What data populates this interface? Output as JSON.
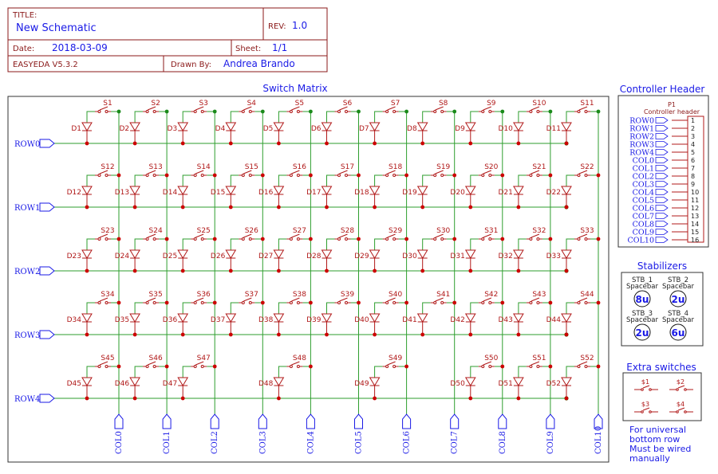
{
  "title_block": {
    "title_label": "TITLE:",
    "title": "New Schematic",
    "rev_label": "REV:",
    "rev": "1.0",
    "date_label": "Date:",
    "date": "2018-03-09",
    "sheet_label": "Sheet:",
    "sheet": "1/1",
    "tool": "EASYEDA V5.3.2",
    "drawn_by_label": "Drawn By:",
    "drawn_by": "Andrea Brando"
  },
  "switch_matrix": {
    "title": "Switch Matrix",
    "rows": [
      "ROW0",
      "ROW1",
      "ROW2",
      "ROW3",
      "ROW4"
    ],
    "cols": [
      "COL0",
      "COL1",
      "COL2",
      "COL3",
      "COL4",
      "COL5",
      "COL6",
      "COL7",
      "COL8",
      "COL9",
      "COL10"
    ],
    "grid": [
      [
        1,
        2,
        3,
        4,
        5,
        6,
        7,
        8,
        9,
        10,
        11
      ],
      [
        12,
        13,
        14,
        15,
        16,
        17,
        18,
        19,
        20,
        21,
        22
      ],
      [
        23,
        24,
        25,
        26,
        27,
        28,
        29,
        30,
        31,
        32,
        33
      ],
      [
        34,
        35,
        36,
        37,
        38,
        39,
        40,
        41,
        42,
        43,
        44
      ],
      [
        45,
        46,
        47,
        null,
        48,
        null,
        49,
        null,
        50,
        51,
        52
      ]
    ],
    "switch_prefix": "S",
    "diode_prefix": "D"
  },
  "controller": {
    "title": "Controller Header",
    "designator": "P1",
    "name": "Controller header",
    "pins": [
      {
        "net": "ROW0",
        "num": "1"
      },
      {
        "net": "ROW1",
        "num": "2"
      },
      {
        "net": "ROW2",
        "num": "3"
      },
      {
        "net": "ROW3",
        "num": "4"
      },
      {
        "net": "ROW4",
        "num": "5"
      },
      {
        "net": "COL0",
        "num": "6"
      },
      {
        "net": "COL1",
        "num": "7"
      },
      {
        "net": "COL2",
        "num": "8"
      },
      {
        "net": "COL3",
        "num": "9"
      },
      {
        "net": "COL4",
        "num": "10"
      },
      {
        "net": "COL5",
        "num": "11"
      },
      {
        "net": "COL6",
        "num": "12"
      },
      {
        "net": "COL7",
        "num": "13"
      },
      {
        "net": "COL8",
        "num": "14"
      },
      {
        "net": "COL9",
        "num": "15"
      },
      {
        "net": "COL10",
        "num": "16"
      }
    ]
  },
  "stabilizers": {
    "title": "Stabilizers",
    "items": [
      {
        "ref": "STB_1",
        "name": "Spacebar",
        "size": "8u"
      },
      {
        "ref": "STB_2",
        "name": "Spacebar",
        "size": "2u"
      },
      {
        "ref": "STB_3",
        "name": "Spacebar",
        "size": "2u"
      },
      {
        "ref": "STB_4",
        "name": "Spacebar",
        "size": "6u"
      }
    ]
  },
  "extra_switches": {
    "title": "Extra switches",
    "items": [
      "$1",
      "$2",
      "$3",
      "$4"
    ],
    "note_lines": [
      "For universal",
      "bottom row",
      "Must be wired",
      "manually"
    ]
  },
  "colors": {
    "frame": "#8b1a1a",
    "label_blue": "#1a1ae6",
    "wire": "#2e9e2e",
    "component": "#b01818",
    "junction": "#cc0000",
    "wire_end": "#1a8a1a"
  }
}
